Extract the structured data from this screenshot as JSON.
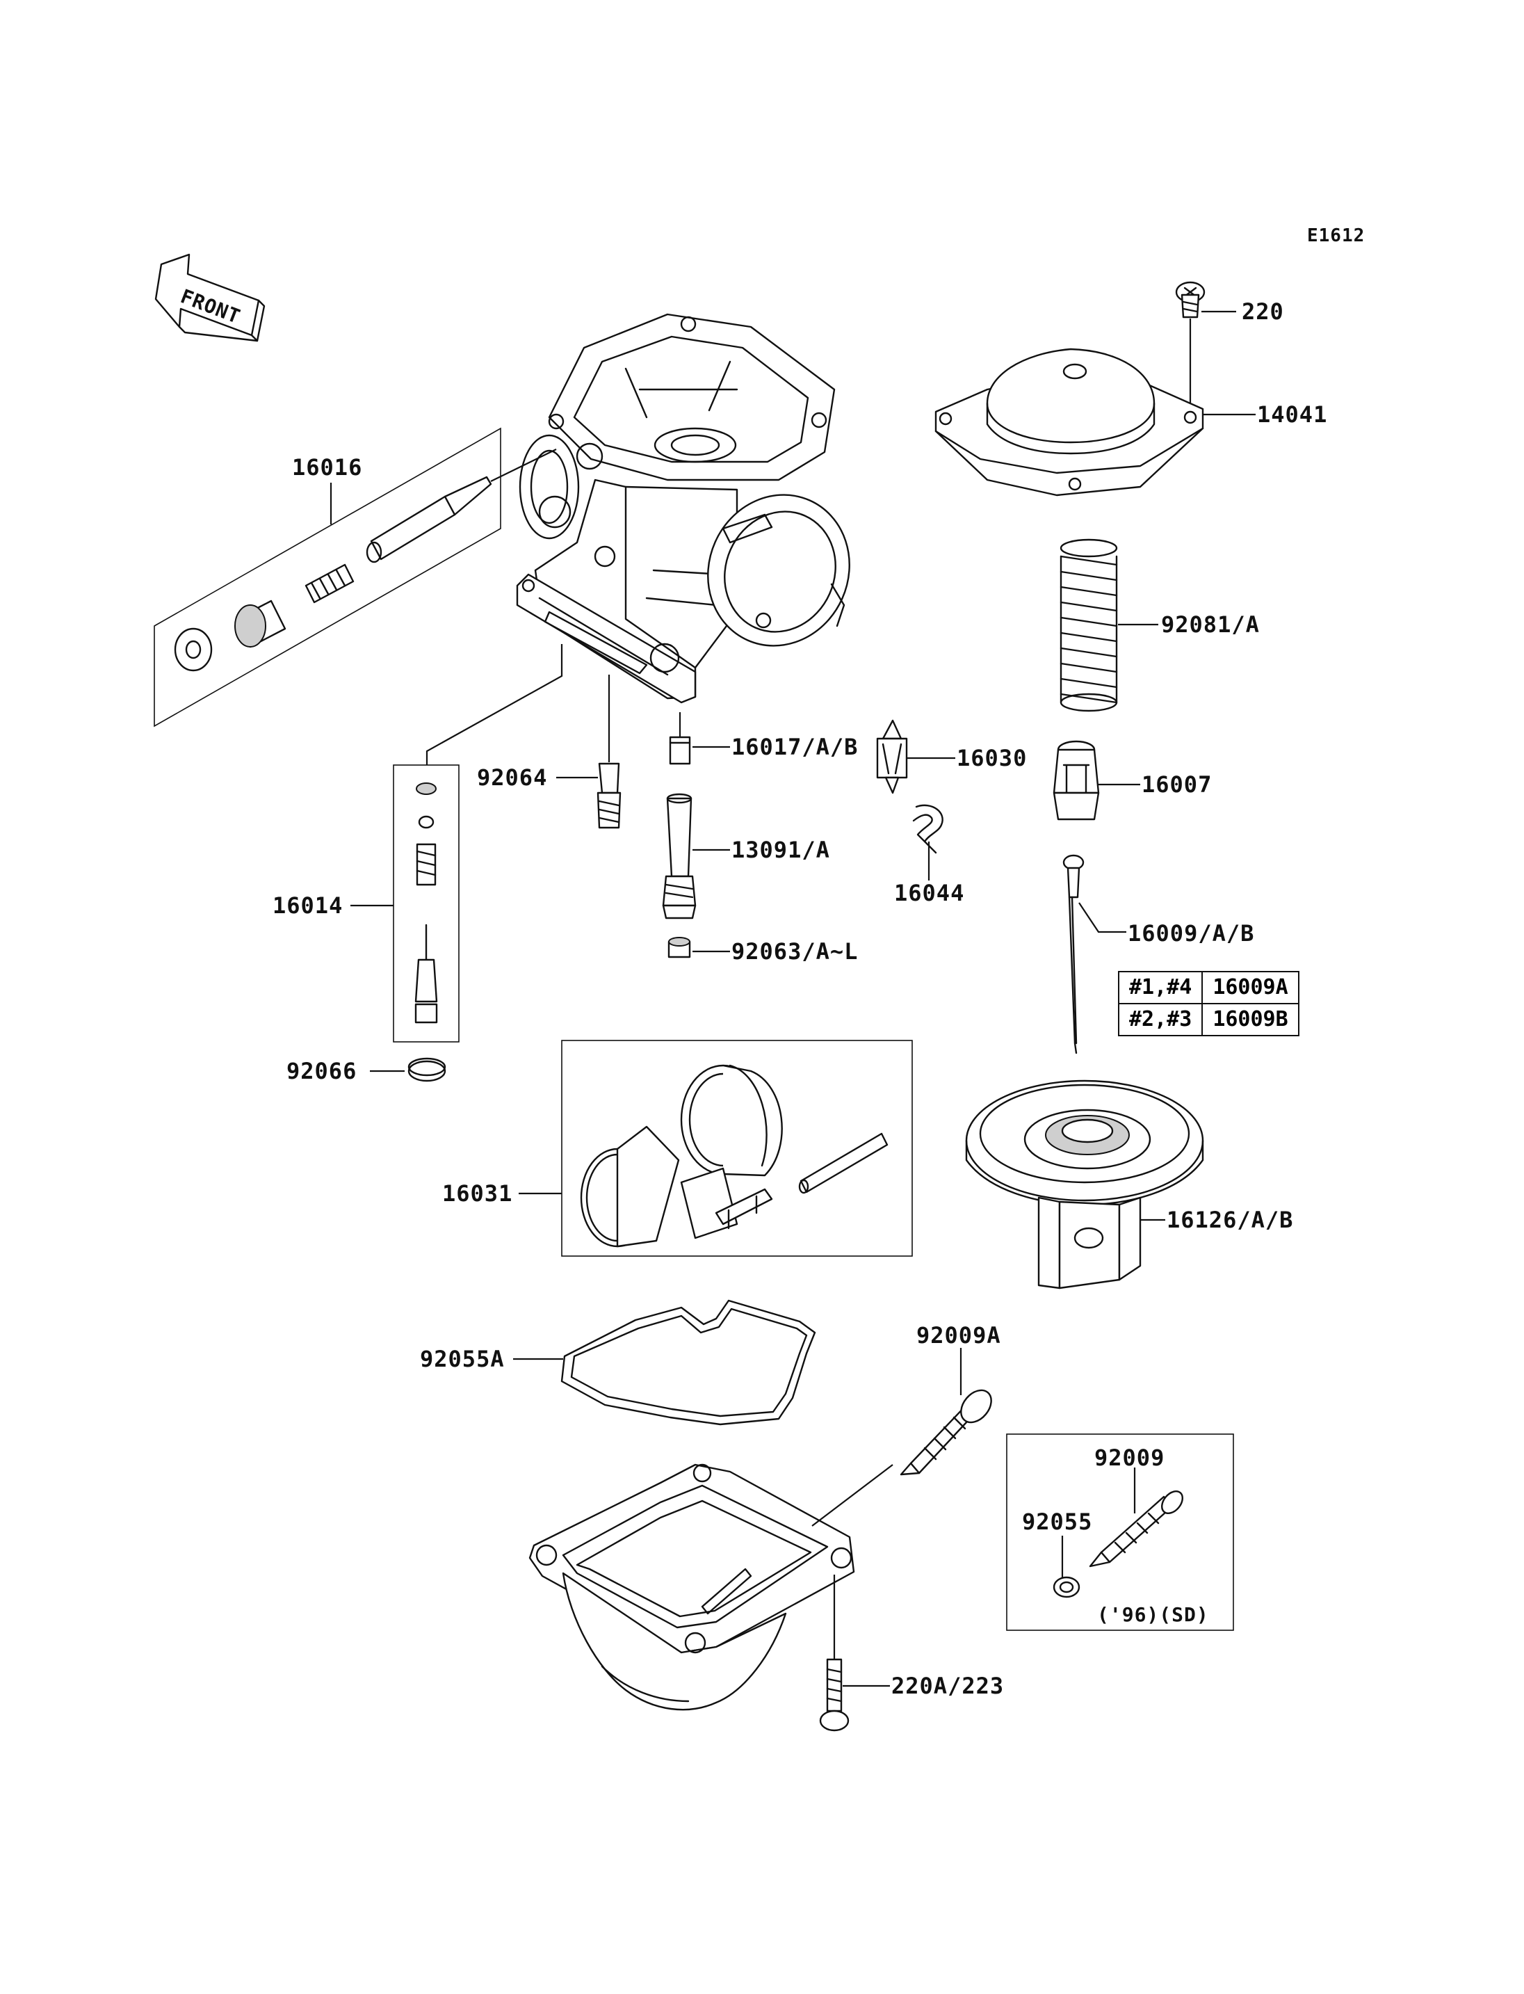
{
  "diagram_code": "E1612",
  "front_arrow": {
    "label": "FRONT",
    "icon": "front-direction-arrow-icon"
  },
  "parts": [
    {
      "id": "220",
      "label": "220"
    },
    {
      "id": "14041",
      "label": "14041"
    },
    {
      "id": "16016",
      "label": "16016"
    },
    {
      "id": "92081A",
      "label": "92081/A"
    },
    {
      "id": "16017AB",
      "label": "16017/A/B"
    },
    {
      "id": "16030",
      "label": "16030"
    },
    {
      "id": "92064",
      "label": "92064"
    },
    {
      "id": "16007",
      "label": "16007"
    },
    {
      "id": "13091A",
      "label": "13091/A"
    },
    {
      "id": "16014",
      "label": "16014"
    },
    {
      "id": "16044",
      "label": "16044"
    },
    {
      "id": "16009AB",
      "label": "16009/A/B"
    },
    {
      "id": "92063AL",
      "label": "92063/A~L"
    },
    {
      "id": "92066",
      "label": "92066"
    },
    {
      "id": "16031",
      "label": "16031"
    },
    {
      "id": "16126AB",
      "label": "16126/A/B"
    },
    {
      "id": "92055A",
      "label": "92055A"
    },
    {
      "id": "92009A",
      "label": "92009A"
    },
    {
      "id": "92009",
      "label": "92009"
    },
    {
      "id": "92055",
      "label": "92055"
    },
    {
      "id": "220A223",
      "label": "220A/223"
    }
  ],
  "variant_table": {
    "rows": [
      {
        "cylinders": "#1,#4",
        "part": "16009A"
      },
      {
        "cylinders": "#2,#3",
        "part": "16009B"
      }
    ]
  },
  "inset_note": "('96)(SD)"
}
